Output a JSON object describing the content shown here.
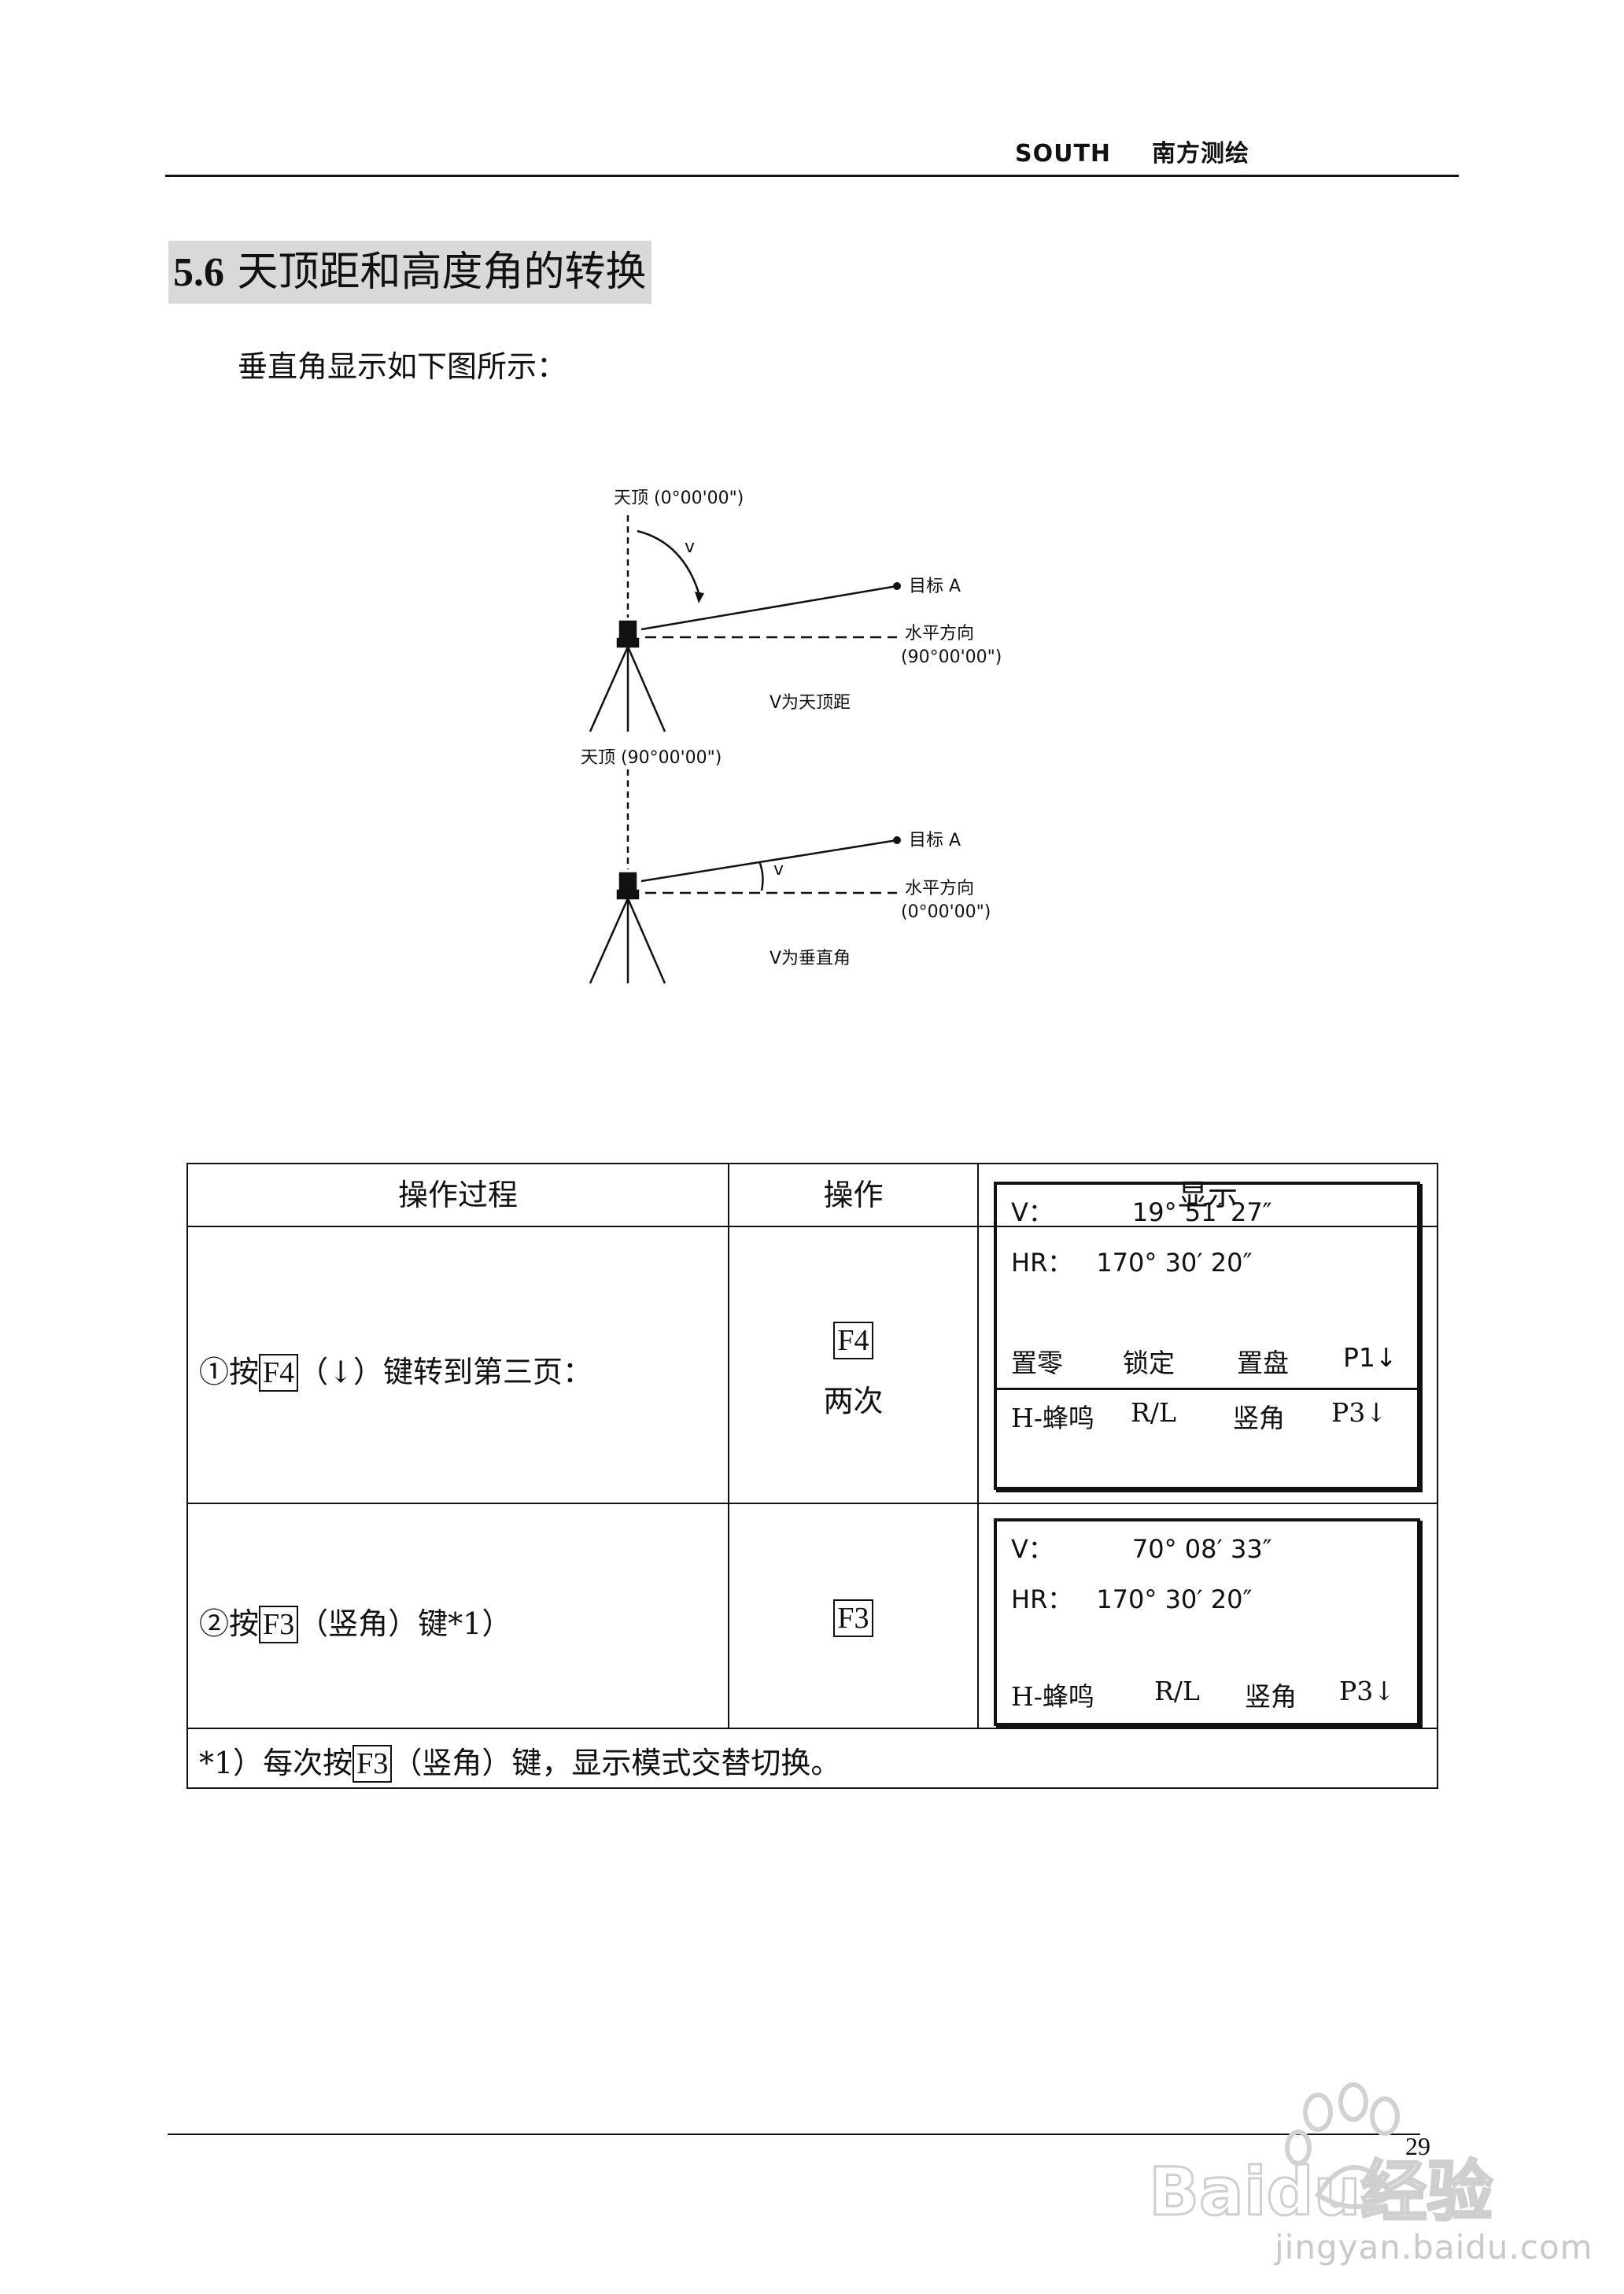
{
  "header": {
    "brand_en": "SOUTH",
    "brand_cn": "南方测绘"
  },
  "section": {
    "number": "5.6",
    "title": "天顶距和高度角的转换"
  },
  "intro": "垂直角显示如下图所示：",
  "figure": {
    "top": {
      "zenith_label": "天顶 (0°00'00\")",
      "angle_symbol": "v",
      "target_label": "目标 A",
      "horizontal_label": "水平方向",
      "horizontal_value": "(90°00'00\")",
      "caption": "V为天顶距"
    },
    "bottom": {
      "zenith_label": "天顶 (90°00'00\")",
      "angle_symbol": "v",
      "target_label": "目标 A",
      "horizontal_label": "水平方向",
      "horizontal_value": "(0°00'00\")",
      "caption": "V为垂直角"
    }
  },
  "table": {
    "headers": [
      "操作过程",
      "操作",
      "显示"
    ],
    "rows": [
      {
        "step_prefix": "①按",
        "step_key": "F4",
        "step_suffix": "（↓）键转到第三页：",
        "op_key": "F4",
        "op_note": "两次",
        "display": {
          "v_label": "V：",
          "v_value": "19° 51′ 27″",
          "hr_label": "HR：",
          "hr_value": "170° 30′ 20″",
          "softkeys": [
            "置零",
            "锁定",
            "置盘",
            "P1↓"
          ],
          "softkeys_p3": [
            "H-蜂鸣",
            "R/L",
            "竖角",
            "P3↓"
          ]
        }
      },
      {
        "step_prefix": "②按",
        "step_key": "F3",
        "step_suffix": "（竖角）键*1）",
        "op_key": "F3",
        "display": {
          "v_label": "V：",
          "v_value": "70° 08′ 33″",
          "hr_label": "HR：",
          "hr_value": "170° 30′ 20″",
          "softkeys": [
            "H-蜂鸣",
            "R/L",
            "竖角",
            "P3↓"
          ]
        }
      }
    ],
    "note": {
      "prefix": "*1）每次按",
      "key": "F3",
      "suffix": "（竖角）键，显示模式交替切换。"
    }
  },
  "footer": {
    "page_number": "29"
  },
  "watermark": {
    "logo_text": "Baidu经验",
    "url": "jingyan.baidu.com"
  }
}
